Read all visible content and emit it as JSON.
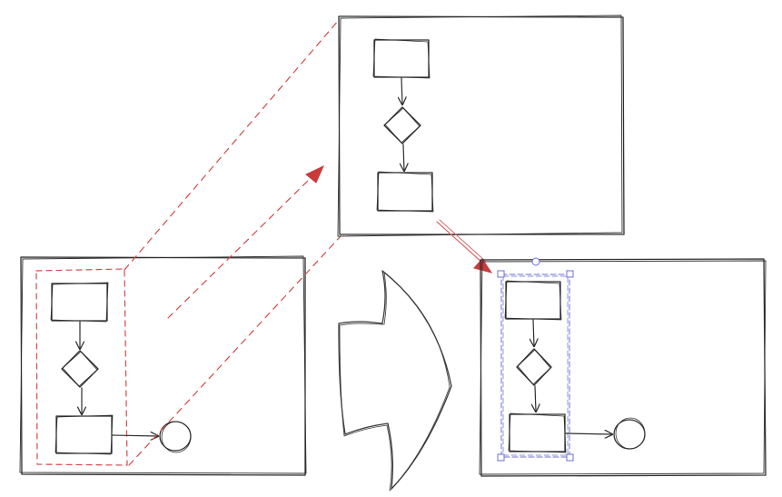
{
  "colors": {
    "stroke": "#2f2f2f",
    "dashed_link": "#d44a4a",
    "arrow_fill": "#c93a3a",
    "selection": "#6b6fd6",
    "background": "#ffffff"
  },
  "icons": {
    "transition_arrow": "curved-right-arrow-icon",
    "connector_arrowhead": "triangle-arrowhead-icon",
    "selection_handle": "square-handle-icon",
    "rotate_handle": "circle-handle-icon"
  },
  "frames": {
    "source": "source-frame",
    "zoom": "zoom-frame",
    "result": "result-frame"
  }
}
